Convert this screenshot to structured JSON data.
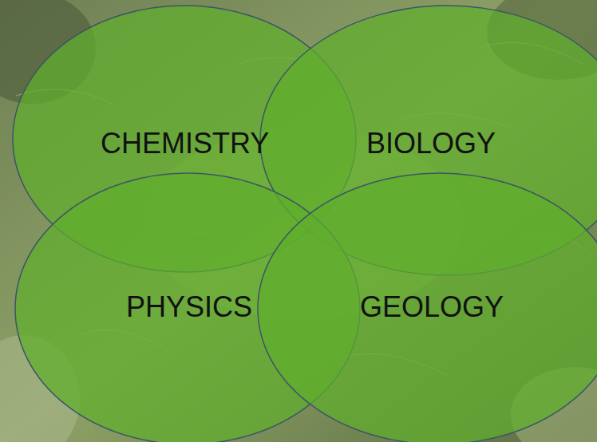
{
  "diagram": {
    "nodes": [
      {
        "text": [
          "CHEMISTRY"
        ]
      },
      {
        "text": [
          "BIOLOGY"
        ]
      },
      {
        "text": [
          "PHYSICS"
        ]
      },
      {
        "text": [
          "GEOLOGY"
        ]
      }
    ]
  }
}
